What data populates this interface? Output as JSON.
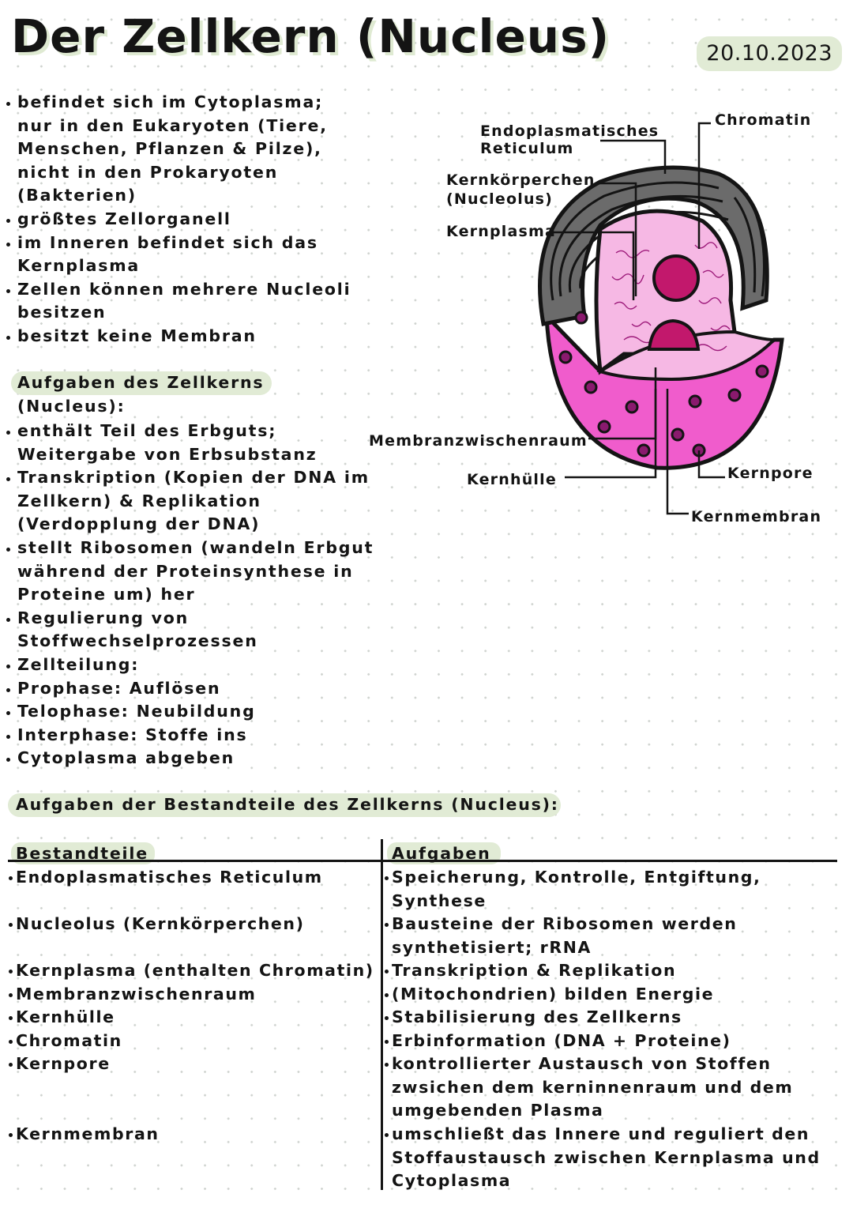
{
  "title": "Der Zellkern (Nucleus)",
  "date": "20.10.2023",
  "intro_bullets": [
    "befindet sich im Cytoplasma; nur in den Eukaryoten (Tiere, Menschen, Pflanzen & Pilze), nicht in den Prokaryoten (Bakterien)",
    "größtes Zellorganell",
    "im Inneren befindet sich das Kernplasma",
    "Zellen können mehrere Nucleoli besitzen",
    "besitzt keine Membran"
  ],
  "tasks_heading_line1": "Aufgaben des Zellkerns",
  "tasks_heading_line2": "(Nucleus):",
  "task_bullets": [
    "enthält Teil des Erbguts; Weitergabe von Erbsubstanz",
    "Transkription (Kopien der DNA im Zellkern) & Replikation (Verdopplung der DNA)",
    "stellt Ribosomen (wandeln Erbgut während der Proteinsynthese in Proteine um) her",
    "Regulierung von Stoffwechselprozessen",
    "Zellteilung:",
    "Prophase: Auflösen",
    "Telophase: Neubildung",
    "Interphase: Stoffe ins",
    "Cytoplasma abgeben"
  ],
  "diagram": {
    "labels": {
      "er_line1": "Endoplasmatisches",
      "er_line2": "Reticulum",
      "chromatin": "Chromatin",
      "nucleolus_line1": "Kernkörperchen",
      "nucleolus_line2": "(Nucleolus)",
      "kernplasma": "Kernplasma",
      "membranzwischenraum": "Membranzwischenraum",
      "kernhuelle": "Kernhülle",
      "kernpore": "Kernpore",
      "kernmembran": "Kernmembran"
    },
    "colors": {
      "er": "#6b6b6b",
      "nucleus_outer": "#f05ccc",
      "kernplasma": "#f6b8e4",
      "nucleolus": "#c2186c",
      "outline": "#141414"
    }
  },
  "table_heading": "Aufgaben der Bestandteile des Zellkerns (Nucleus):",
  "table": {
    "col_left": "Bestandteile",
    "col_right": "Aufgaben",
    "rows": [
      {
        "part": "Endoplasmatisches Reticulum",
        "task": "Speicherung, Kontrolle, Entgiftung, Synthese"
      },
      {
        "part": "Nucleolus (Kernkörperchen)",
        "task": "Bausteine der Ribosomen werden synthetisiert; rRNA"
      },
      {
        "part": "Kernplasma (enthalten Chromatin)",
        "task": "Transkription & Replikation"
      },
      {
        "part": "Membranzwischenraum",
        "task": "(Mitochondrien) bilden Energie"
      },
      {
        "part": "Kernhülle",
        "task": "Stabilisierung des Zellkerns"
      },
      {
        "part": "Chromatin",
        "task": "Erbinformation (DNA + Proteine)"
      },
      {
        "part": "Kernpore",
        "task": "kontrollierter Austausch von Stoffen zwsichen dem kerninnenraum und dem umgebenden Plasma"
      },
      {
        "part": "Kernmembran",
        "task": "umschließt das Innere und reguliert den Stoffaustausch zwischen Kernplasma und Cytoplasma"
      }
    ]
  }
}
